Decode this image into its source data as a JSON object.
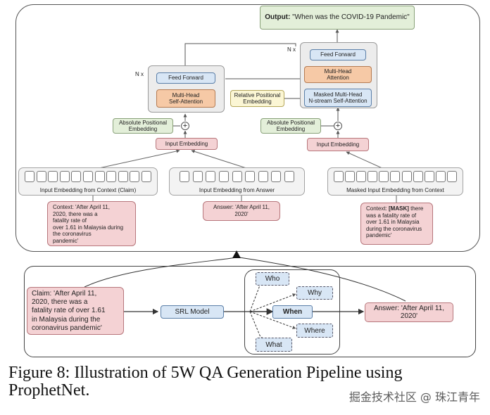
{
  "prophetnet": {
    "output_prefix": "Output:",
    "output_text": " \"When was the COVID-19 Pandemic\"",
    "encoder": {
      "nx": "N x",
      "feed_forward": "Feed Forward",
      "attention": "Multi-Head\nSelf-Attention",
      "abs_pos": "Absolute Positional\nEmbedding",
      "input_embedding": "Input Embedding"
    },
    "decoder": {
      "nx": "N x",
      "feed_forward": "Feed Forward",
      "multi_head": "Multi-Head\nAttention",
      "masked": "Masked Multi-Head\nN-stream Self-Attention",
      "rel_pos": "Relative Positional\nEmbedding",
      "abs_pos": "Absolute Positional\nEmbedding",
      "input_embedding": "Input Embedding"
    },
    "trays": [
      {
        "label": "Input Embedding from Context (Claim)"
      },
      {
        "label": "Input Embedding from Answer"
      },
      {
        "label": "Masked Input Embedding from Context"
      }
    ],
    "context_left": "Context: 'After April 11,\n2020, there was a\nfatality rate of\nover 1.61 in Malaysia during\nthe coronavirus\npandemic'",
    "answer_mid": "Answer: 'After April 11,\n2020'",
    "context_right_prefix": "Context: ",
    "context_right_mask": "[MASK]",
    "context_right_after": " there\nwas a fatality rate of\nover 1.61 in Malaysia\nduring the coronavirus\npandemic'"
  },
  "pipeline": {
    "claim": "Claim: 'After April 11,\n2020, there was a\nfatality rate of over 1.61\nin Malaysia during the\ncoronavirus pandemic'",
    "srl": "SRL Model",
    "questions": [
      "Who",
      "Why",
      "When",
      "Where",
      "What"
    ],
    "answer": "Answer: 'After April 11,\n2020'"
  },
  "caption": "Figure 8: Illustration of 5W QA Generation Pipeline using ProphetNet.",
  "watermark": "掘金技术社区 @ 珠江青年",
  "colors": {
    "blue": "#d8e6f5",
    "orange": "#f6c9a6",
    "pink": "#f4d2d4",
    "green": "#e3efd9",
    "yellow": "#fbf6d4"
  }
}
